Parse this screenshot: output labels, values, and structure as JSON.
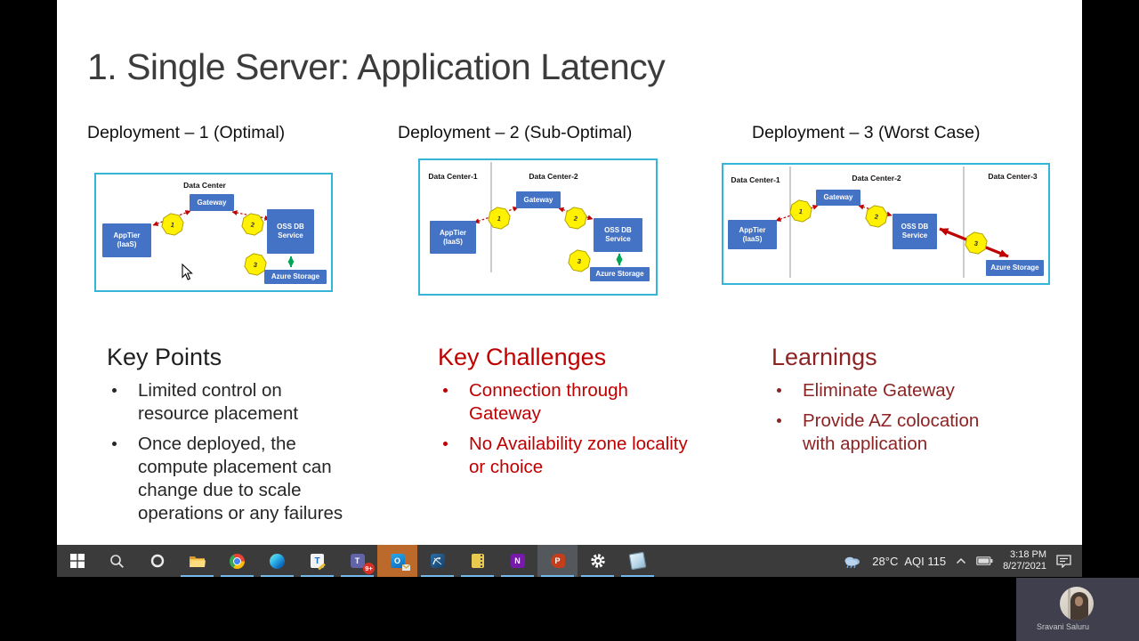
{
  "slide": {
    "title": "1. Single Server: Application Latency",
    "deployment_headings": [
      "Deployment – 1 (Optimal)",
      "Deployment – 2 (Sub-Optimal)",
      "Deployment – 3 (Worst Case)"
    ],
    "diagrams": {
      "d1": {
        "zones": [
          "Data Center"
        ],
        "apptier": [
          "AppTier",
          "(IaaS)"
        ],
        "gateway": "Gateway",
        "ossdb": [
          "OSS DB",
          "Service"
        ],
        "storage": "Azure Storage",
        "badges": [
          "1",
          "2",
          "3"
        ]
      },
      "d2": {
        "zones": [
          "Data Center-1",
          "Data Center-2"
        ],
        "apptier": [
          "AppTier",
          "(IaaS)"
        ],
        "gateway": "Gateway",
        "ossdb": [
          "OSS DB",
          "Service"
        ],
        "storage": "Azure Storage",
        "badges": [
          "1",
          "2",
          "3"
        ]
      },
      "d3": {
        "zones": [
          "Data Center-1",
          "Data Center-2",
          "Data Center-3"
        ],
        "apptier": [
          "AppTier",
          "(IaaS)"
        ],
        "gateway": "Gateway",
        "ossdb": [
          "OSS DB",
          "Service"
        ],
        "storage": "Azure Storage",
        "badges": [
          "1",
          "2",
          "3"
        ]
      }
    },
    "sections": {
      "key_points": {
        "heading": "Key Points",
        "bullets": [
          {
            "lines": [
              "Limited control on",
              "resource placement"
            ]
          },
          {
            "lines": [
              "Once deployed, the",
              "compute placement can",
              "change due to scale",
              "operations or any failures"
            ]
          }
        ]
      },
      "key_challenges": {
        "heading": "Key Challenges",
        "bullets": [
          {
            "lines": [
              "Connection through",
              "Gateway"
            ]
          },
          {
            "lines": [
              "No Availability zone locality",
              "or choice"
            ]
          }
        ]
      },
      "learnings": {
        "heading": "Learnings",
        "bullets": [
          {
            "lines": [
              "Eliminate Gateway"
            ]
          },
          {
            "lines": [
              "Provide AZ colocation",
              "with application"
            ]
          }
        ]
      }
    },
    "colors": {
      "diagram_border": "#35b6d8",
      "node_blue": "#4472c4",
      "badge_yellow": "#fff100",
      "arrow_red": "#c00000",
      "arrow_green": "#00a651",
      "challenge_red": "#c00000",
      "learning_maroon": "#8e2323"
    }
  },
  "taskbar": {
    "glyphs": {
      "notes": "T",
      "teams": "T",
      "outlook": "O",
      "onenote": "N",
      "powerpoint": "P"
    },
    "teams_badge": "9+",
    "tray": {
      "temperature": "28°C",
      "aqi": "AQI 115",
      "time": "3:18 PM",
      "date": "8/27/2021"
    }
  },
  "webcam": {
    "name": "Sravani Saluru"
  }
}
